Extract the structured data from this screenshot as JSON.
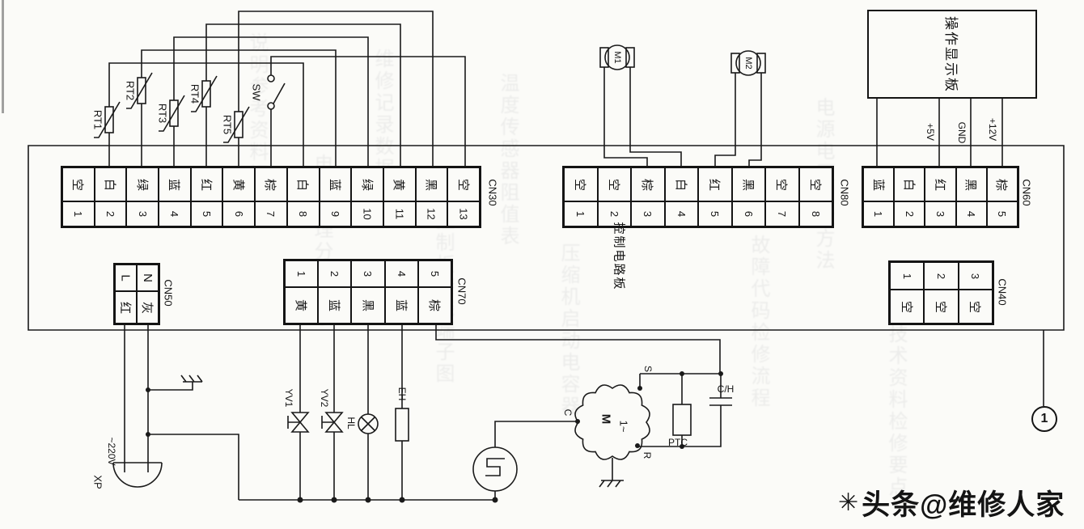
{
  "connectors": {
    "cn30": {
      "label": "CN30",
      "colors": [
        "空",
        "白",
        "绿",
        "蓝",
        "红",
        "黄",
        "棕",
        "白",
        "蓝",
        "绿",
        "黄",
        "黑",
        "空"
      ],
      "numbers": [
        "1",
        "2",
        "3",
        "4",
        "5",
        "6",
        "7",
        "8",
        "9",
        "10",
        "11",
        "12",
        "13"
      ]
    },
    "cn80": {
      "label": "CN80",
      "colors": [
        "空",
        "空",
        "棕",
        "白",
        "红",
        "黑",
        "空",
        "空"
      ],
      "numbers": [
        "1",
        "2",
        "3",
        "4",
        "5",
        "6",
        "7",
        "8"
      ]
    },
    "cn60": {
      "label": "CN60",
      "colors": [
        "蓝",
        "白",
        "红",
        "黑",
        "棕"
      ],
      "numbers": [
        "1",
        "2",
        "3",
        "4",
        "5"
      ]
    },
    "cn50": {
      "label": "CN50",
      "terminals": [
        "L",
        "N"
      ],
      "colors": [
        "红",
        "灰"
      ]
    },
    "cn70": {
      "label": "CN70",
      "numbers": [
        "1",
        "2",
        "3",
        "4",
        "5"
      ],
      "colors": [
        "黄",
        "蓝",
        "黑",
        "蓝",
        "棕"
      ]
    },
    "cn40": {
      "label": "CN40",
      "numbers": [
        "1",
        "2",
        "3"
      ],
      "colors": [
        "空",
        "空",
        "空"
      ]
    }
  },
  "boards": {
    "display_board": "操作显示板",
    "control_board": "控制电路板"
  },
  "sensors": {
    "rt1": "RT1",
    "rt2": "RT2",
    "rt3": "RT3",
    "rt4": "RT4",
    "rt5": "RT5",
    "sw": "SW"
  },
  "motors": {
    "m1": "M1",
    "m2": "M2"
  },
  "power": {
    "v5": "+5V",
    "gnd": "GND",
    "v12": "+12V",
    "xp": "XP",
    "voltage": "~220V"
  },
  "loads": {
    "yv1": "YV1",
    "yv2": "YV2",
    "hl": "HL",
    "eh": "EH"
  },
  "compressor": {
    "motor": "M",
    "phase": "1~",
    "s": "S",
    "c": "C",
    "r": "R",
    "ptc": "PTC",
    "cap": "C/H"
  },
  "page_ref": "1",
  "brand": {
    "icon": "✳",
    "text": "头条@维修人家"
  },
  "background_bleed_text_illegible": [
    "说明参考资料记要",
    "电路原理分析图示",
    "维修记录数据参数",
    "控制板接线端子图",
    "温度传感器阻值表",
    "压缩机启动电容器",
    "故障代码检修流程",
    "电源电压测量方法",
    "技术资料检修要点"
  ]
}
